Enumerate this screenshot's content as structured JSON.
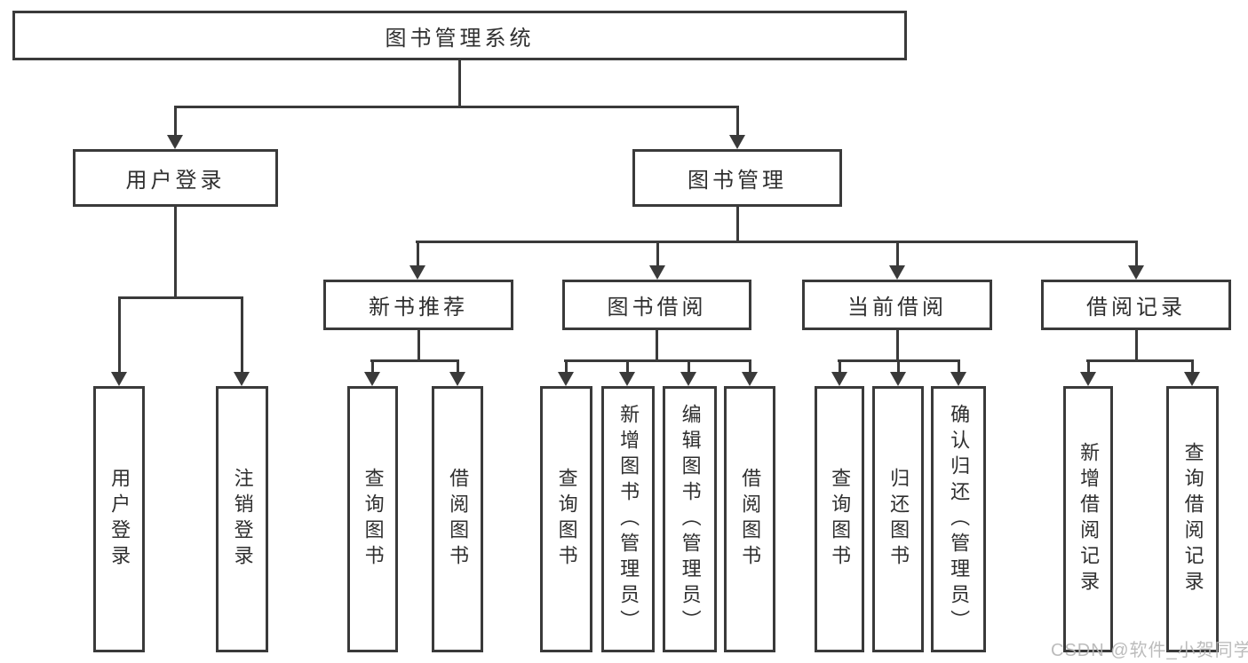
{
  "colors": {
    "line": "#3a3a3a",
    "box_bg": "#ffffff",
    "text": "#2f2f2f",
    "watermark": "#b5b5b5",
    "page_bg": "#ffffff"
  },
  "tree": {
    "label": "图书管理系统",
    "children": [
      {
        "label": "用户登录",
        "children": [
          {
            "label": "用户登录"
          },
          {
            "label": "注销登录"
          }
        ]
      },
      {
        "label": "图书管理",
        "children": [
          {
            "label": "新书推荐",
            "children": [
              {
                "label": "查询图书"
              },
              {
                "label": "借阅图书"
              }
            ]
          },
          {
            "label": "图书借阅",
            "children": [
              {
                "label": "查询图书"
              },
              {
                "label": "新增图书（管理员）"
              },
              {
                "label": "编辑图书（管理员）"
              },
              {
                "label": "借阅图书"
              }
            ]
          },
          {
            "label": "当前借阅",
            "children": [
              {
                "label": "查询图书"
              },
              {
                "label": "归还图书"
              },
              {
                "label": "确认归还（管理员）"
              }
            ]
          },
          {
            "label": "借阅记录",
            "children": [
              {
                "label": "新增借阅记录"
              },
              {
                "label": "查询借阅记录"
              }
            ]
          }
        ]
      }
    ]
  },
  "watermark": "CSDN @软件_小贺同学"
}
